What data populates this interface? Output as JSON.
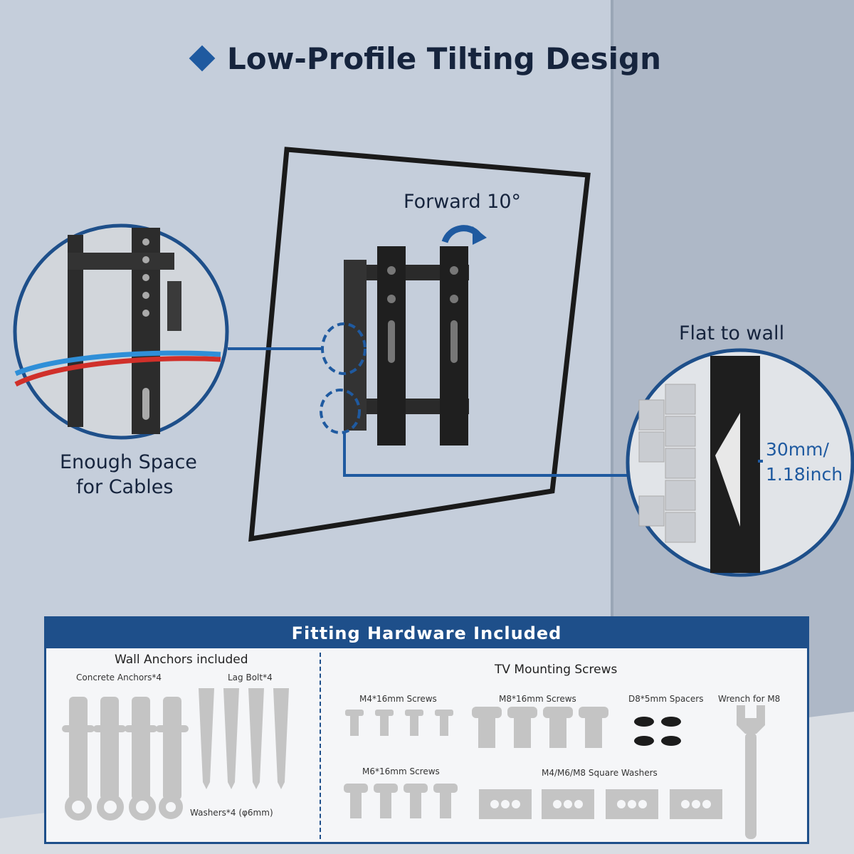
{
  "title": "Low-Profile Tilting Design",
  "callouts": {
    "tilt": "Forward 10°",
    "cables_line1": "Enough Space",
    "cables_line2": "for Cables",
    "flat": "Flat to wall",
    "depth_line1": "30mm/",
    "depth_line2": "1.18inch"
  },
  "hardware": {
    "header": "Fitting Hardware Included",
    "wall_anchors": {
      "heading": "Wall Anchors included",
      "concrete": "Concrete Anchors*4",
      "lag": "Lag Bolt*4",
      "washers": "Washers*4 (φ6mm)"
    },
    "tv_screws": {
      "heading": "TV Mounting Screws",
      "m4": "M4*16mm Screws",
      "m8": "M8*16mm Screws",
      "spacers": "D8*5mm Spacers",
      "wrench": "Wrench for M8",
      "m6": "M6*16mm Screws",
      "square_washers": "M4/M6/M8 Square Washers"
    }
  },
  "colors": {
    "accent": "#1e4f8a",
    "text": "#16243d"
  }
}
